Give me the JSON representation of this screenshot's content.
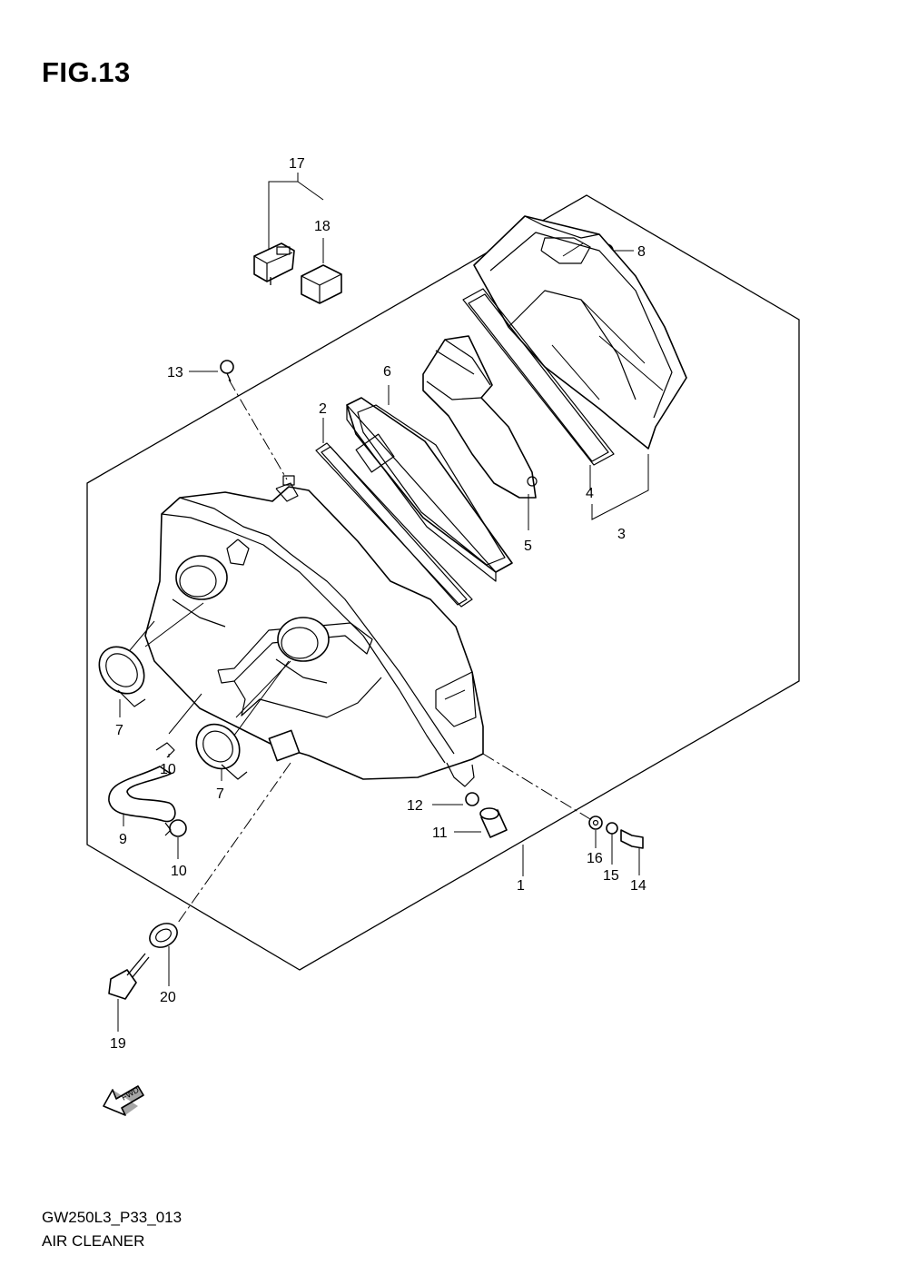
{
  "figure_title": "FIG.13",
  "part_code": "GW250L3_P33_013",
  "section_name": "AIR CLEANER",
  "fwd_label": "FWD",
  "callouts": [
    "17",
    "18",
    "8",
    "13",
    "6",
    "2",
    "4",
    "3",
    "5",
    "7",
    "10",
    "7",
    "12",
    "11",
    "1",
    "16",
    "15",
    "14",
    "9",
    "10",
    "20",
    "19"
  ]
}
